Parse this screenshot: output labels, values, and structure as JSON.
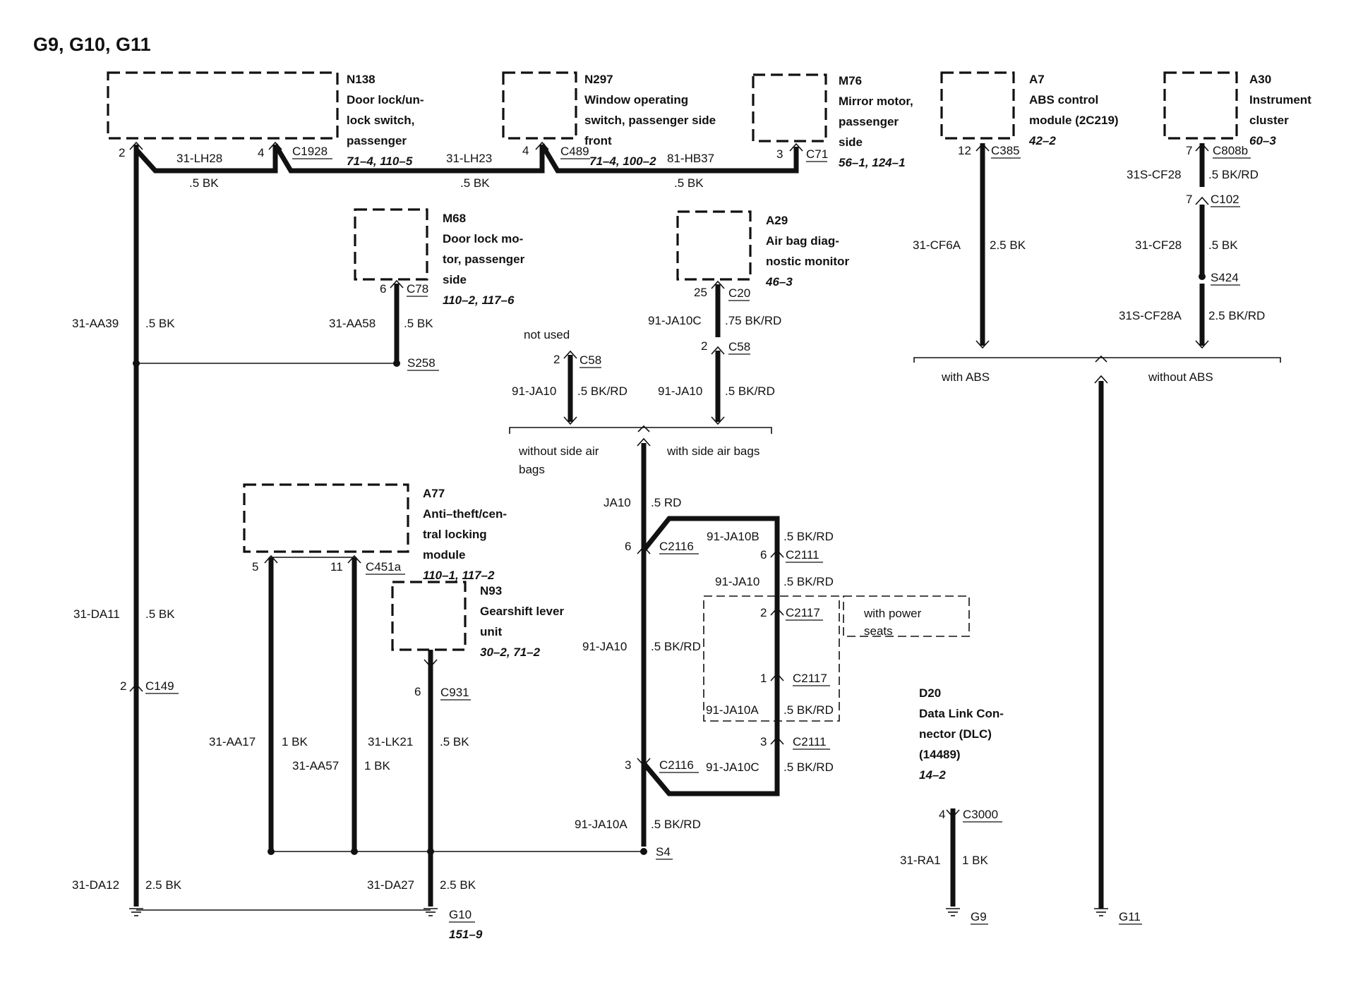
{
  "title": "G9, G10, G11",
  "components": [
    {
      "id": "N138",
      "lines": [
        "Door lock/un-",
        "lock switch,",
        "passenger"
      ],
      "refs": "71–4, 110–5"
    },
    {
      "id": "N297",
      "lines": [
        "Window operating",
        "switch, passenger side",
        "front"
      ],
      "refs": "71–4, 100–2"
    },
    {
      "id": "M76",
      "lines": [
        "Mirror motor,",
        "passenger",
        "side"
      ],
      "refs": "56–1, 124–1"
    },
    {
      "id": "A7",
      "lines": [
        "ABS control",
        "module (2C219)"
      ],
      "refs": "42–2"
    },
    {
      "id": "A30",
      "lines": [
        "Instrument",
        "cluster"
      ],
      "refs": "60–3"
    },
    {
      "id": "M68",
      "lines": [
        "Door lock mo-",
        "tor, passenger",
        "side"
      ],
      "refs": "110–2, 117–6"
    },
    {
      "id": "A29",
      "lines": [
        "Air bag diag-",
        "nostic monitor"
      ],
      "refs": "46–3"
    },
    {
      "id": "A77",
      "lines": [
        "Anti–theft/cen-",
        "tral locking",
        "module"
      ],
      "refs": "110–1, 117–2"
    },
    {
      "id": "N93",
      "lines": [
        "Gearshift lever",
        "unit"
      ],
      "refs": "30–2, 71–2"
    },
    {
      "id": "D20",
      "lines": [
        "Data Link Con-",
        "nector (DLC)",
        "(14489)"
      ],
      "refs": "14–2"
    }
  ],
  "connectors": {
    "C1928": "C1928",
    "C489": "C489",
    "C71": "C71",
    "C385": "C385",
    "C808b": "C808b",
    "C102": "C102",
    "C78": "C78",
    "C20": "C20",
    "C58a": "C58",
    "C58b": "C58",
    "C451a": "C451a",
    "C931": "C931",
    "C149": "C149",
    "C2116a": "C2116",
    "C2116b": "C2116",
    "C2111a": "C2111",
    "C2111b": "C2111",
    "C2117a": "C2117",
    "C2117b": "C2117",
    "C3000": "C3000"
  },
  "splices": {
    "S258": "S258",
    "S424": "S424",
    "S4": "S4"
  },
  "grounds": {
    "G9": "G9",
    "G10": "G10",
    "G11": "G11",
    "G10_ref": "151–9"
  },
  "pins": {
    "n138_2": "2",
    "n138_4": "4",
    "n297_4": "4",
    "m76_3": "3",
    "a7_12": "12",
    "a30_7": "7",
    "c102_7": "7",
    "m68_6": "6",
    "a29_25": "25",
    "c58_2a": "2",
    "c58_2b": "2",
    "a77_5": "5",
    "a77_11": "11",
    "n93_6": "6",
    "c149_2": "2",
    "c2116_6": "6",
    "c2116_3": "3",
    "c2111_6": "6",
    "c2117_2": "2",
    "c2117_1": "1",
    "c2111_3": "3",
    "c3000_4": "4"
  },
  "wires": {
    "lh28": "31-LH28",
    "lh28_spec": ".5 BK",
    "lh23": "31-LH23",
    "lh23_spec": ".5 BK",
    "hb37": "81-HB37",
    "hb37_spec": ".5 BK",
    "cf6a": "31-CF6A",
    "cf6a_spec": "2.5 BK",
    "scf28": "31S-CF28",
    "scf28_spec": ".5 BK/RD",
    "cf28": "31-CF28",
    "cf28_spec": ".5 BK",
    "scf28a": "31S-CF28A",
    "scf28a_spec": "2.5 BK/RD",
    "aa39": "31-AA39",
    "aa39_spec": ".5 BK",
    "aa58": "31-AA58",
    "aa58_spec": ".5 BK",
    "ja10c_top": "91-JA10C",
    "ja10c_top_spec": ".75 BK/RD",
    "ja10_l": "91-JA10",
    "ja10_l_spec": ".5 BK/RD",
    "ja10_r": "91-JA10",
    "ja10_r_spec": ".5 BK/RD",
    "ja10_rd": "JA10",
    "ja10_rd_spec": ".5 RD",
    "ja10b": "91-JA10B",
    "ja10b_spec": ".5 BK/RD",
    "ja10_mid": "91-JA10",
    "ja10_mid_spec": ".5 BK/RD",
    "ja10_main": "91-JA10",
    "ja10_main_spec": ".5 BK/RD",
    "ja10a_loop": "91-JA10A",
    "ja10a_loop_spec": ".5 BK/RD",
    "ja10c_bot": "91-JA10C",
    "ja10c_bot_spec": ".5 BK/RD",
    "ja10a_bot": "91-JA10A",
    "ja10a_bot_spec": ".5 BK/RD",
    "da11": "31-DA11",
    "da11_spec": ".5 BK",
    "aa17": "31-AA17",
    "aa17_spec": "1 BK",
    "aa57": "31-AA57",
    "aa57_spec": "1 BK",
    "lk21": "31-LK21",
    "lk21_spec": ".5 BK",
    "da12": "31-DA12",
    "da12_spec": "2.5 BK",
    "da27": "31-DA27",
    "da27_spec": "2.5 BK",
    "ra1": "31-RA1",
    "ra1_spec": "1 BK"
  },
  "notes": {
    "not_used": "not used",
    "with_abs": "with ABS",
    "without_abs": "without ABS",
    "without_side_air_1": "without side air",
    "without_side_air_2": "bags",
    "with_side_air": "with side air bags",
    "with_power_1": "with power",
    "with_power_2": "seats"
  }
}
